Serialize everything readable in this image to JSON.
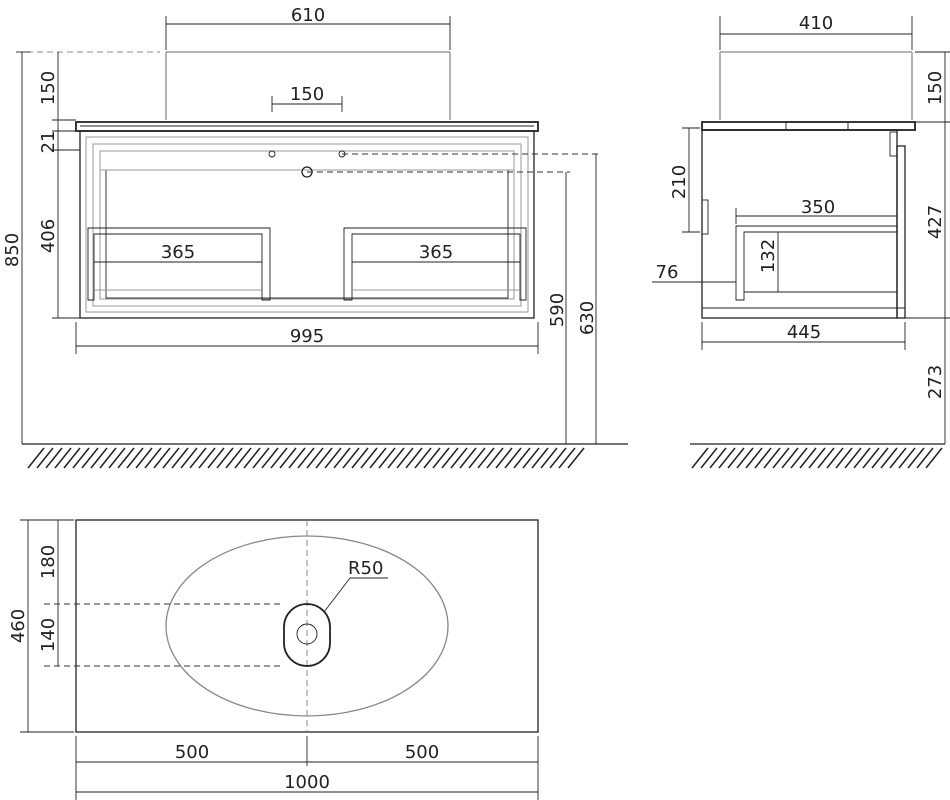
{
  "front_view": {
    "basin_width": "610",
    "basin_height": "150",
    "tap_hole_offset": "150",
    "top_thickness": "21",
    "drawer_height": "406",
    "total_height": "850",
    "compartment_left_width": "365",
    "compartment_right_width": "365",
    "cabinet_width": "995",
    "height_590": "590",
    "height_630": "630"
  },
  "side_view": {
    "basin_depth": "410",
    "basin_height": "150",
    "cabinet_height": "427",
    "mount_height": "273",
    "rail_height": "210",
    "drawer_depth": "350",
    "drawer_inner_height": "132",
    "setback": "76",
    "cabinet_depth": "445"
  },
  "top_view": {
    "radius_label": "R50",
    "total_depth": "460",
    "front_to_drain": "180",
    "drain_span": "140",
    "left_half": "500",
    "right_half": "500",
    "total_width": "1000"
  },
  "colors": {
    "line": "#222222",
    "basin_outline": "#888888",
    "background": "#ffffff"
  }
}
